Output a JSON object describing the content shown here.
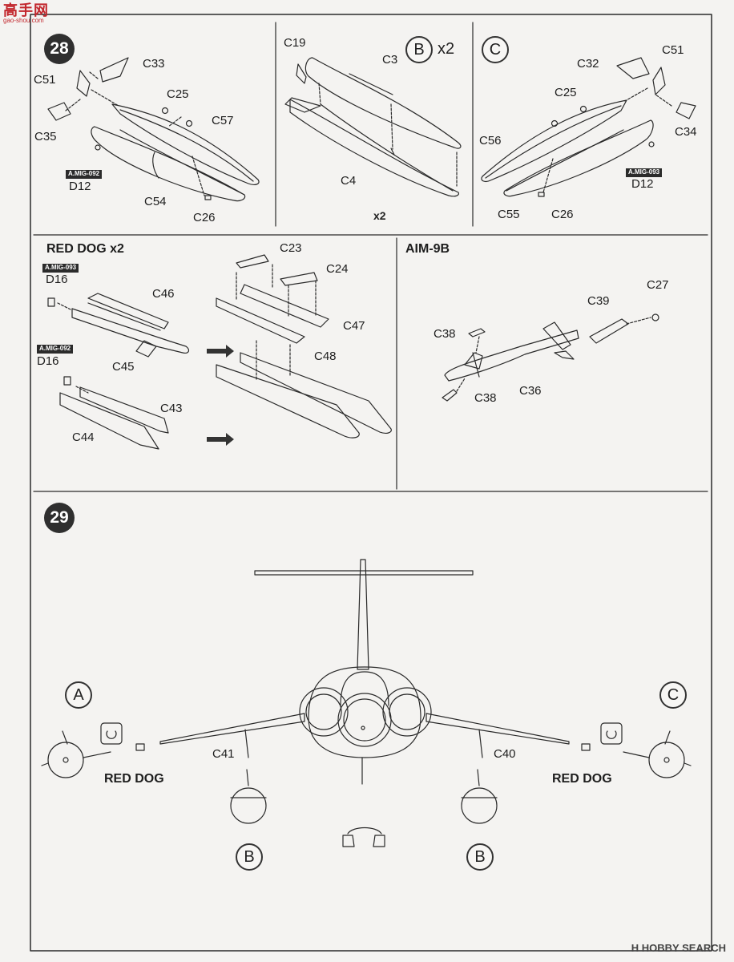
{
  "watermark_top": {
    "main": "高手网",
    "sub": "gao-shou.com"
  },
  "watermark_bottom": "H HOBBY SEARCH",
  "step28": {
    "number": "28",
    "main": {
      "labels": {
        "c33": "C33",
        "c51": "C51",
        "c35": "C35",
        "c25": "C25",
        "c57": "C57",
        "d12": "D12",
        "c54": "C54",
        "c26": "C26"
      },
      "tag": "A.MIG-092"
    },
    "b": {
      "letter": "B",
      "mult": "x2",
      "bottom": "x2",
      "labels": {
        "c19": "C19",
        "c3": "C3",
        "c4": "C4"
      }
    },
    "c": {
      "letter": "C",
      "labels": {
        "c32": "C32",
        "c51": "C51",
        "c25": "C25",
        "c56": "C56",
        "c34": "C34",
        "d12": "D12",
        "c55": "C55",
        "c26": "C26"
      },
      "tag": "A.MIG-093"
    },
    "red_dog": {
      "title": "RED DOG x2",
      "tag_top": "A.MIG-093",
      "tag_bottom": "A.MIG-092",
      "labels": {
        "d16a": "D16",
        "d16b": "D16",
        "c46": "C46",
        "c45": "C45",
        "c43": "C43",
        "c44": "C44",
        "c23": "C23",
        "c24": "C24",
        "c47": "C47",
        "c48": "C48"
      }
    },
    "aim9b": {
      "title": "AIM-9B",
      "labels": {
        "c27": "C27",
        "c39": "C39",
        "c38a": "C38",
        "c38b": "C38",
        "c36": "C36"
      }
    }
  },
  "step29": {
    "number": "29",
    "left": {
      "letter": "A",
      "red_dog": "RED DOG",
      "c41": "C41",
      "b": "B"
    },
    "right": {
      "letter": "C",
      "red_dog": "RED DOG",
      "c40": "C40",
      "b": "B"
    }
  }
}
